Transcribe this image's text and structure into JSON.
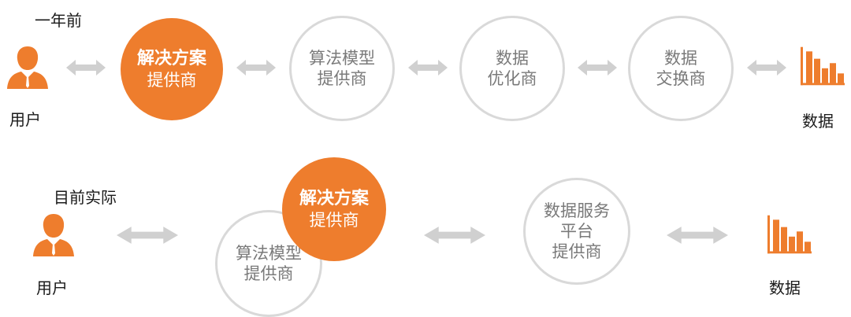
{
  "colors": {
    "accent": "#ee7d2d",
    "circle_border": "#d9d9d9",
    "arrow": "#d0d0d0",
    "grey_text": "#7a7a7a"
  },
  "top_row": {
    "label": "一年前",
    "user_label": "用户",
    "data_label": "数据",
    "nodes": [
      {
        "lines": [
          "解决方案",
          "提供商"
        ],
        "style": "orange"
      },
      {
        "lines": [
          "算法模型",
          "提供商"
        ],
        "style": "grey"
      },
      {
        "lines": [
          "数据",
          "优化商"
        ],
        "style": "grey"
      },
      {
        "lines": [
          "数据",
          "交换商"
        ],
        "style": "grey"
      }
    ]
  },
  "bottom_row": {
    "label": "目前实际",
    "user_label": "用户",
    "data_label": "数据",
    "nodes": [
      {
        "lines": [
          "算法模型",
          "提供商"
        ],
        "style": "grey"
      },
      {
        "lines": [
          "解决方案",
          "提供商"
        ],
        "style": "orange"
      },
      {
        "lines": [
          "数据服务",
          "平台",
          "提供商"
        ],
        "style": "grey"
      }
    ]
  },
  "icons": {
    "user": "user-icon",
    "data": "bar-chart-icon",
    "connector": "double-arrow-icon"
  }
}
